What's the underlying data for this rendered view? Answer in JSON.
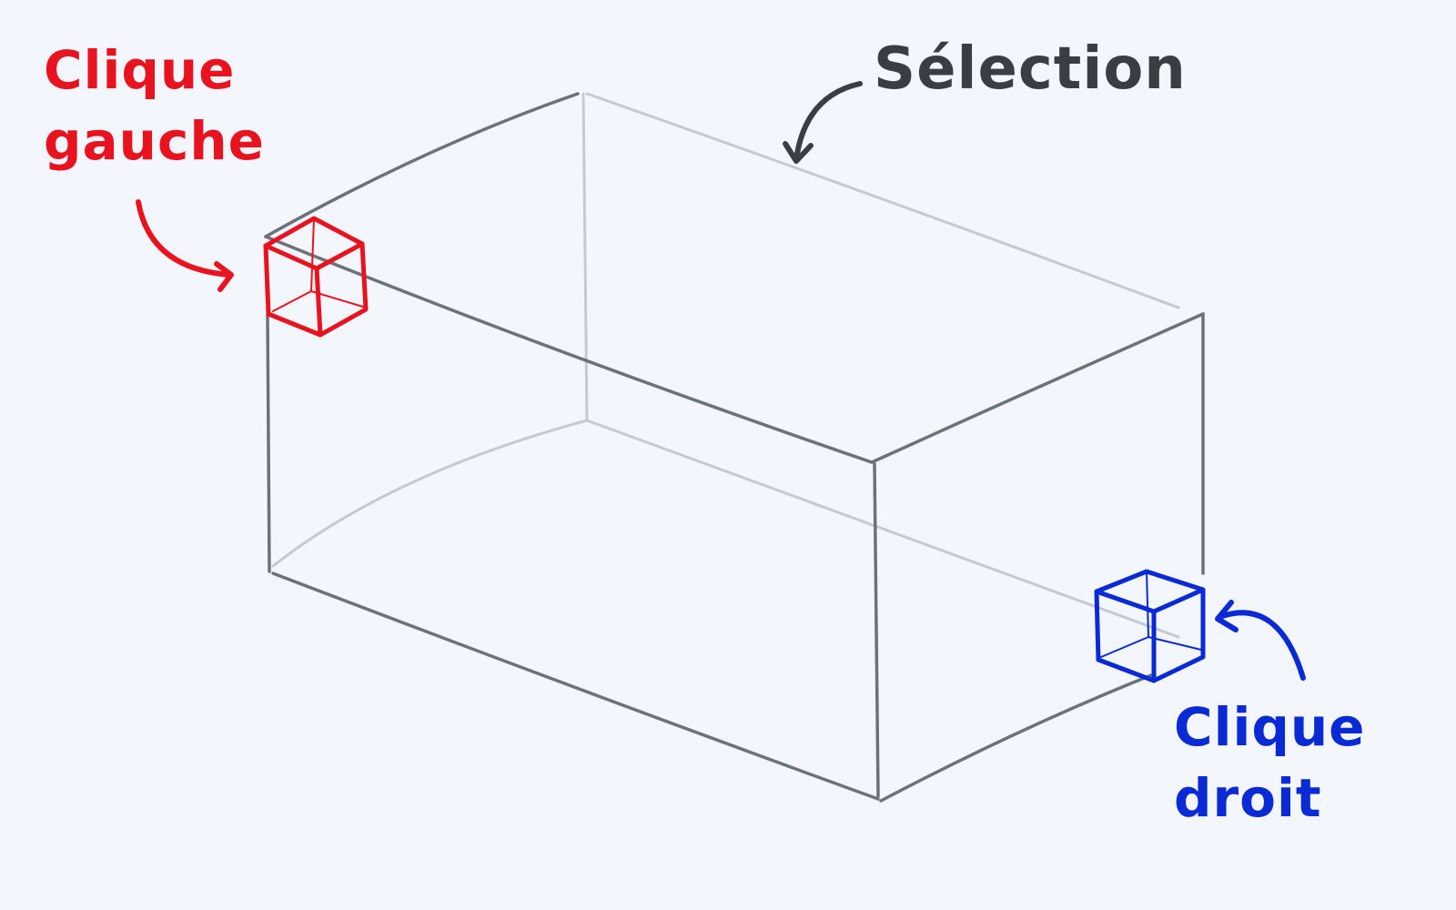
{
  "labels": {
    "left_click": {
      "line1": "Clique",
      "line2": "gauche"
    },
    "selection": "Sélection",
    "right_click": {
      "line1": "Clique",
      "line2": "droit"
    }
  },
  "colors": {
    "background": "#f3f7fd",
    "box_front": "#6b727a",
    "box_back": "#c5cad2",
    "left_marker": "#e8131f",
    "right_marker": "#0a2ad6",
    "selection_text": "#3a3d42"
  },
  "icons": {
    "left_marker": "cube-icon",
    "right_marker": "cube-icon",
    "arrows": "curved-arrow-icon"
  }
}
